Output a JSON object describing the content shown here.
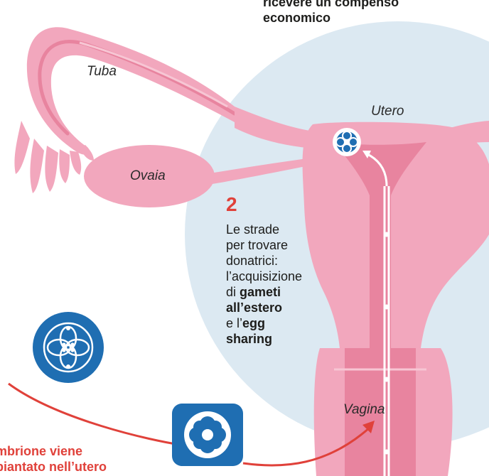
{
  "top_note": {
    "line1": "ricevere un compenso",
    "line2": "economico"
  },
  "labels": {
    "tuba": "Tuba",
    "utero": "Utero",
    "ovaia": "Ovaia",
    "vagina": "Vagina"
  },
  "step": {
    "number": "2",
    "line1": "Le strade",
    "line2": "per trovare",
    "line3": "donatrici:",
    "line4": "l’acquisizione",
    "line5_prefix": "di ",
    "line5_bold": "gameti",
    "line6_bold": "all’estero",
    "line7_prefix": "e l’",
    "line7_bold": "egg",
    "line8_bold": "sharing"
  },
  "caption": {
    "line1": "mbrione viene",
    "line2": "piantato nell’utero"
  },
  "icons": [
    "embryo-icon",
    "cell-cluster-icon"
  ],
  "colors": {
    "background_circle": "#dce9f2",
    "organ_pink": "#f2a7bd",
    "organ_dark": "#e8849f",
    "organ_light": "#f7c6d4",
    "accent_red": "#e0413a",
    "icon_blue": "#1f6eb2"
  }
}
